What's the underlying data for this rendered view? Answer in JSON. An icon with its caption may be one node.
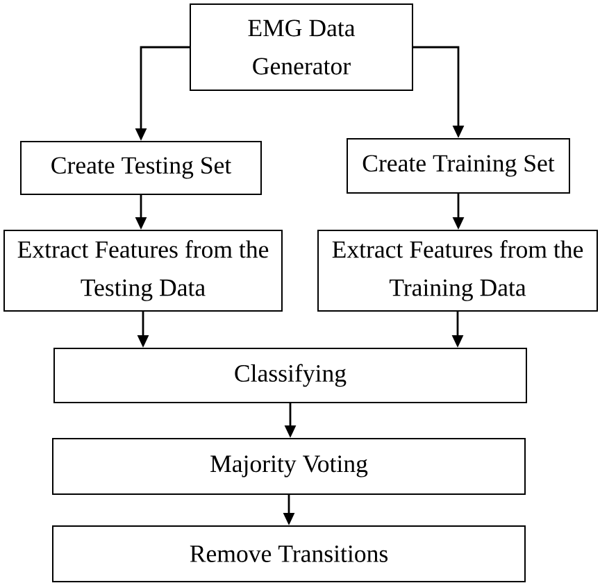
{
  "diagram": {
    "nodes": [
      {
        "text": [
          "EMG Data Generator"
        ]
      },
      {
        "text": [
          "Create Testing Set"
        ]
      },
      {
        "text": [
          "Create Training Set"
        ]
      },
      {
        "text": [
          "Extract Features from the Testing Data"
        ]
      },
      {
        "text": [
          "Extract Features from the Training Data"
        ]
      },
      {
        "text": [
          "Classifying"
        ]
      },
      {
        "text": [
          "Majority Voting"
        ]
      },
      {
        "text": [
          "Remove Transitions"
        ]
      }
    ],
    "edges": [
      {
        "from": 0,
        "to": 1,
        "arrow": "to"
      },
      {
        "from": 0,
        "to": 2,
        "arrow": "to"
      },
      {
        "from": 1,
        "to": 3,
        "arrow": "to"
      },
      {
        "from": 2,
        "to": 4,
        "arrow": "to"
      },
      {
        "from": 3,
        "to": 5,
        "arrow": "to"
      },
      {
        "from": 4,
        "to": 5,
        "arrow": "to"
      },
      {
        "from": 5,
        "to": 6,
        "arrow": "to"
      },
      {
        "from": 6,
        "to": 7,
        "arrow": "to"
      }
    ]
  }
}
